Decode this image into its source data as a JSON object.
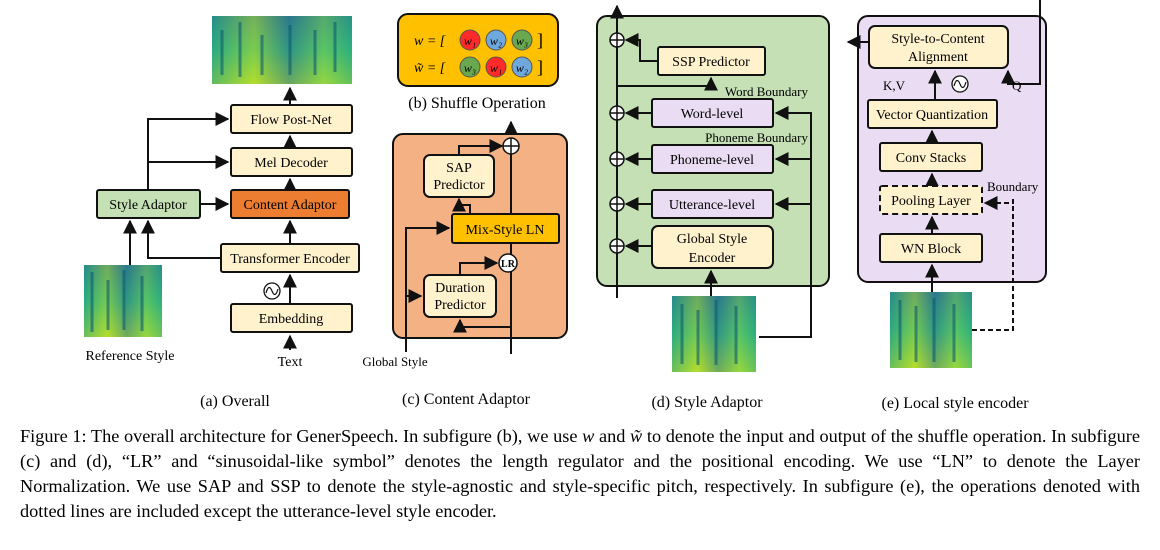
{
  "figure": {
    "overall": {
      "subfig_label": "(a) Overall",
      "flow_postnet": "Flow Post-Net",
      "mel_decoder": "Mel Decoder",
      "style_adaptor": "Style Adaptor",
      "content_adaptor": "Content Adaptor",
      "transformer_encoder": "Transformer Encoder",
      "embedding": "Embedding",
      "text": "Text",
      "reference_style": "Reference Style"
    },
    "shuffle": {
      "subfig_label": "(b) Shuffle Operation",
      "w_lhs": "w = [",
      "wt_lhs": "w̃ = [",
      "rbracket": "]",
      "w1": "w₁",
      "w2": "w₂",
      "w3": "w₃",
      "colors": {
        "w1": "#ff2a2a",
        "w2": "#6fa8dc",
        "w3": "#6aa84f",
        "box": "#ffc000"
      }
    },
    "content_adaptor": {
      "subfig_label": "(c) Content Adaptor",
      "sap_predictor_line1": "SAP",
      "sap_predictor_line2": "Predictor",
      "mix_style_ln": "Mix-Style LN",
      "lr": "LR",
      "duration_predictor_line1": "Duration",
      "duration_predictor_line2": "Predictor",
      "global_style": "Global Style",
      "colors": {
        "panel": "#f4b183",
        "mix": "#ffc000"
      }
    },
    "style_adaptor": {
      "subfig_label": "(d) Style Adaptor",
      "ssp_predictor": "SSP Predictor",
      "word_boundary": "Word Boundary",
      "word_level": "Word-level",
      "phoneme_boundary": "Phoneme Boundary",
      "phoneme_level": "Phoneme-level",
      "utterance_level": "Utterance-level",
      "global_style_encoder_line1": "Global Style",
      "global_style_encoder_line2": "Encoder",
      "colors": {
        "panel": "#c5e0b4"
      }
    },
    "local_style_encoder": {
      "subfig_label": "(e) Local style encoder",
      "alignment_line1": "Style-to-Content",
      "alignment_line2": "Alignment",
      "kv": "K,V",
      "q": "Q",
      "vector_quantization": "Vector Quantization",
      "conv_stacks": "Conv Stacks",
      "pooling_layer": "Pooling Layer",
      "boundary": "Boundary",
      "wn_block": "WN Block",
      "colors": {
        "panel": "#eadcf2"
      }
    },
    "colors": {
      "content_adaptor_block": "#ed7d31",
      "style_adaptor_block": "#c5e0b4",
      "cream": "#fff2cc"
    }
  },
  "caption": {
    "p1": "Figure 1: The overall architecture for GenerSpeech. In subfigure (b), we use ",
    "w": "w",
    "p2": " and ",
    "wt": "w̃",
    "p3": " to denote the input and output of the shuffle operation. In subfigure (c) and (d), “LR” and “sinusoidal-like symbol” denotes the length regulator and the positional encoding. We use “LN” to denote the Layer Normalization. We use SAP and SSP to denote the style-agnostic and style-specific pitch, respectively. In subfigure (e), the operations denoted with dotted lines are included except the utterance-level style encoder."
  }
}
